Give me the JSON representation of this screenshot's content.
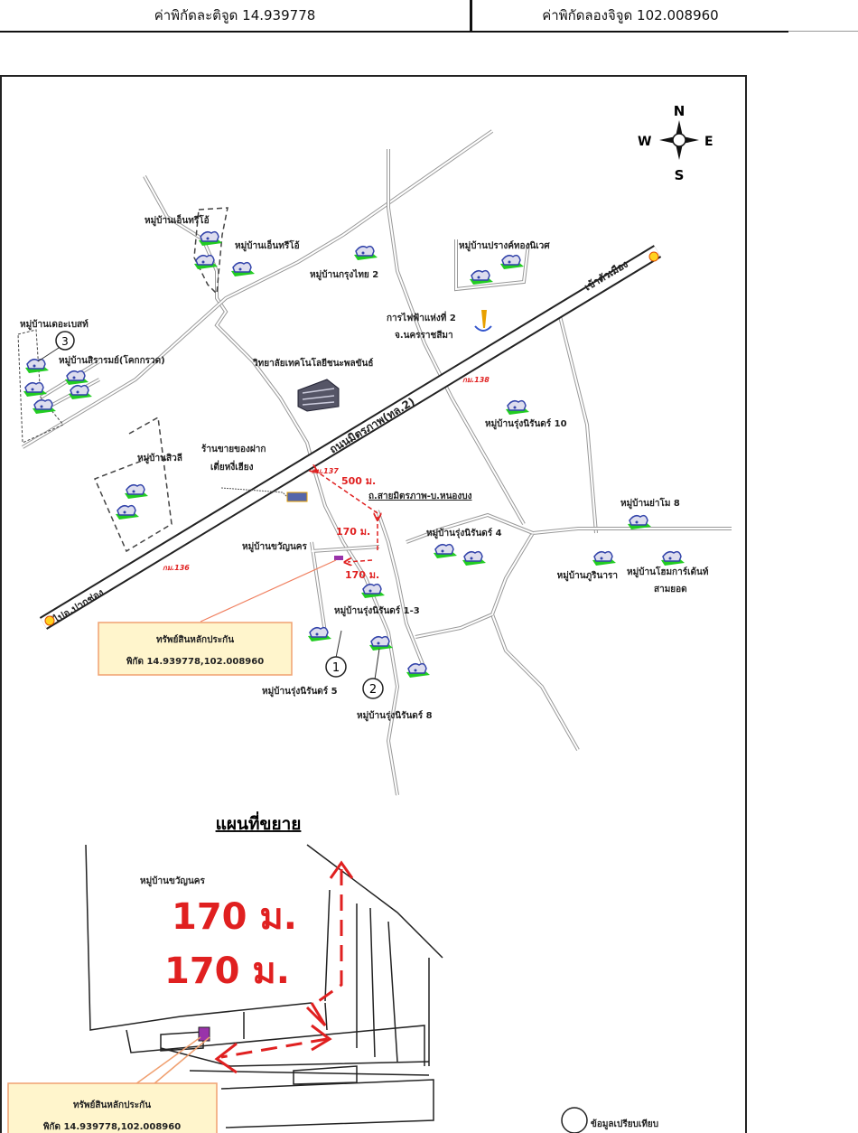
{
  "header": {
    "latitude_label": "ค่าพิกัดละติจูด 14.939778",
    "longitude_label": "ค่าพิกัดลองจิจูด 102.008960"
  },
  "compass": {
    "n": "N",
    "s": "S",
    "e": "E",
    "w": "W"
  },
  "map": {
    "highway_label": "ถนนมิตรภาพ(ทล.2)",
    "to_city": "เข้าตัวเมือง",
    "to_pakchong": "ไปอ.ปากช่อง",
    "places": {
      "en_three_o_a": "หมู่บ้านเอ็นทรีโอ้",
      "en_three_o_b": "หมู่บ้านเอ็นทรีโอ้",
      "krungthai2": "หมู่บ้านกรุงไทย 2",
      "prangthong": "หมู่บ้านปรางค์ทองนิเวศ",
      "pea_1": "การไฟฟ้าแห่งที่ 2",
      "pea_2": "จ.นครราชสีมา",
      "the_best": "หมู่บ้านเดอะเบสท์",
      "siram": "หมู่บ้านสิรารมย์(โคกกรวด)",
      "college": "วิทยาลัยเทคโนโลยีชนะพลขันธ์",
      "rung10": "หมู่บ้านรุ่งนิรันดร์ 10",
      "siwalee": "หมู่บ้านสิวลี",
      "shop_1": "ร้านขายของฝาก",
      "shop_2": "เตี่ยหงี่เฮียง",
      "side_road": "ถ.สายมิตรภาพ-บ.หนองบง",
      "khwan": "หมู่บ้านขวัญนคร",
      "rung4": "หมู่บ้านรุ่งนิรันดร์ 4",
      "yamo8": "หมู่บ้านย่าโม 8",
      "phurinara": "หมู่บ้านภูรินารา",
      "homegarden_1": "หมู่บ้านโฮมการ์เด้นท์",
      "homegarden_2": "สามยอด",
      "rung13": "หมู่บ้านรุ่งนิรันดร์ 1-3",
      "rung5": "หมู่บ้านรุ่งนิรันดร์ 5",
      "rung8": "หมู่บ้านรุ่งนิรันดร์ 8"
    },
    "km_markers": {
      "km137": "กม.137",
      "km138": "กม.138",
      "km136": "กม.136"
    },
    "distances": {
      "d500": "500 ม.",
      "d170a": "170 ม.",
      "d170b": "170 ม."
    },
    "comparables": [
      "1",
      "2",
      "3"
    ],
    "collateral_box": {
      "title": "ทรัพย์สินหลักประกัน",
      "coords": "พิกัด 14.939778,102.008960"
    }
  },
  "inset": {
    "title": "แผนที่ขยาย",
    "village": "หมู่บ้านขวัญนคร",
    "dist1": "170 ม.",
    "dist2": "170 ม.",
    "collateral_box": {
      "title": "ทรัพย์สินหลักประกัน",
      "coords": "พิกัด 14.939778,102.008960"
    }
  },
  "legend": {
    "comparable_label": "ข้อมูลเปรียบเทียบ"
  },
  "colors": {
    "distance_red": "#e02020",
    "callout_fill": "#fff5cc",
    "callout_border": "#f0a070",
    "house_green": "#22cc22",
    "house_blue": "#3344aa"
  }
}
